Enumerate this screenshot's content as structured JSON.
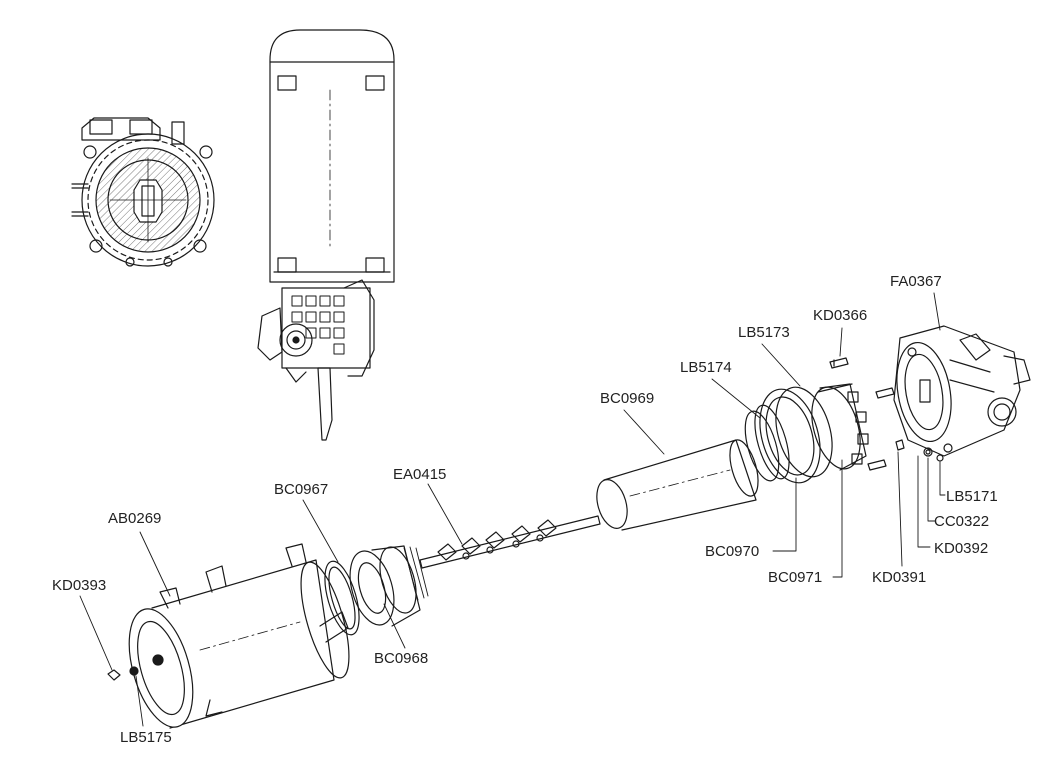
{
  "colors": {
    "ink": "#1a1a1a",
    "text": "#222222",
    "hatch": "#555555"
  },
  "labels": {
    "fa0367": "FA0367",
    "kd0366": "KD0366",
    "lb5173": "LB5173",
    "lb5174": "LB5174",
    "bc0969": "BC0969",
    "ea0415": "EA0415",
    "bc0967": "BC0967",
    "ab0269": "AB0269",
    "kd0393": "KD0393",
    "lb5175": "LB5175",
    "bc0968": "BC0968",
    "bc0970": "BC0970",
    "bc0971": "BC0971",
    "kd0391": "KD0391",
    "kd0392": "KD0392",
    "cc0322": "CC0322",
    "lb5171": "LB5171"
  }
}
